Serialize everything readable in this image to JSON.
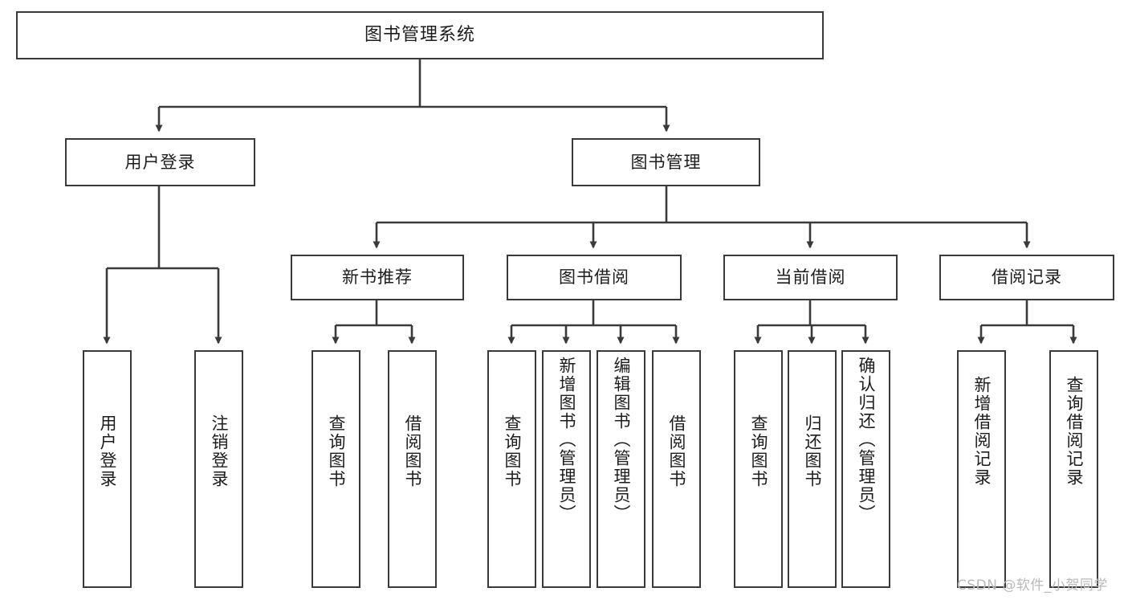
{
  "diagram": {
    "title": "图书管理系统",
    "watermark": "CSDN @软件_小贺同学",
    "style": {
      "border_color": "#3a3a3a",
      "text_color": "#1c1c1c",
      "background": "#ffffff",
      "edge_color": "#3a3a3a",
      "watermark_color": "#b9b9b9"
    },
    "levels": {
      "level1": [
        "图书管理系统"
      ],
      "level2": [
        "用户登录",
        "图书管理"
      ],
      "level3": [
        "新书推荐",
        "图书借阅",
        "当前借阅",
        "借阅记录"
      ],
      "level4": [
        "用户登录",
        "注销登录",
        "查询图书",
        "借阅图书",
        "查询图书",
        "新增图书（管理员）",
        "编辑图书（管理员）",
        "借阅图书",
        "查询图书",
        "归还图书",
        "确认归还（管理员）",
        "新增借阅记录",
        "查询借阅记录"
      ]
    },
    "nodes": {
      "root": {
        "label": "图书管理系统"
      },
      "user_login": {
        "label": "用户登录"
      },
      "book_manage": {
        "label": "图书管理"
      },
      "new_book_rec": {
        "label": "新书推荐"
      },
      "book_borrow": {
        "label": "图书借阅"
      },
      "current_borrow": {
        "label": "当前借阅"
      },
      "borrow_record": {
        "label": "借阅记录"
      },
      "leaf_user_login": {
        "label": "用户登录"
      },
      "leaf_logout": {
        "label": "注销登录"
      },
      "leaf_query_book_1": {
        "label": "查询图书"
      },
      "leaf_borrow_book_1": {
        "label": "借阅图书"
      },
      "leaf_query_book_2": {
        "label": "查询图书"
      },
      "leaf_add_book_admin": {
        "label": "新增图书（管理员）"
      },
      "leaf_edit_book_admin": {
        "label": "编辑图书（管理员）"
      },
      "leaf_borrow_book_2": {
        "label": "借阅图书"
      },
      "leaf_query_book_3": {
        "label": "查询图书"
      },
      "leaf_return_book": {
        "label": "归还图书"
      },
      "leaf_confirm_return_admin": {
        "label": "确认归还（管理员）"
      },
      "leaf_add_borrow_record": {
        "label": "新增借阅记录"
      },
      "leaf_query_borrow_record": {
        "label": "查询借阅记录"
      }
    },
    "edges": [
      {
        "from": "图书管理系统",
        "to": "用户登录"
      },
      {
        "from": "图书管理系统",
        "to": "图书管理"
      },
      {
        "from": "用户登录",
        "to": "用户登录"
      },
      {
        "from": "用户登录",
        "to": "注销登录"
      },
      {
        "from": "图书管理",
        "to": "新书推荐"
      },
      {
        "from": "图书管理",
        "to": "图书借阅"
      },
      {
        "from": "图书管理",
        "to": "当前借阅"
      },
      {
        "from": "图书管理",
        "to": "借阅记录"
      },
      {
        "from": "新书推荐",
        "to": "查询图书"
      },
      {
        "from": "新书推荐",
        "to": "借阅图书"
      },
      {
        "from": "图书借阅",
        "to": "查询图书"
      },
      {
        "from": "图书借阅",
        "to": "新增图书（管理员）"
      },
      {
        "from": "图书借阅",
        "to": "编辑图书（管理员）"
      },
      {
        "from": "图书借阅",
        "to": "借阅图书"
      },
      {
        "from": "当前借阅",
        "to": "查询图书"
      },
      {
        "from": "当前借阅",
        "to": "归还图书"
      },
      {
        "from": "当前借阅",
        "to": "确认归还（管理员）"
      },
      {
        "from": "借阅记录",
        "to": "新增借阅记录"
      },
      {
        "from": "借阅记录",
        "to": "查询借阅记录"
      }
    ]
  }
}
